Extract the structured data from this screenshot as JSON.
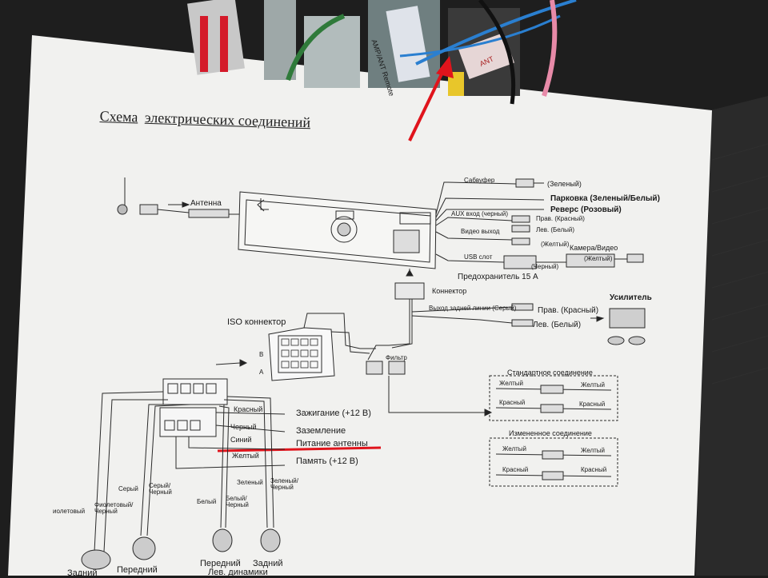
{
  "diagram": {
    "title_line1": "Схема",
    "title_line2": "электрических соединений",
    "antenna": "Антенна",
    "outputs": {
      "subwoofer": "Сабвуфер",
      "green": "(Зеленый)",
      "parking": "Парковка (Зеленый/Белый)",
      "reverse": "Реверс (Розовый)",
      "aux_in": "AUX вход (черный)",
      "right_red": "Прав. (Красный)",
      "left_white": "Лев. (Белый)",
      "video_out": "Видео выход",
      "yellow": "(Желтый)",
      "camera": "Камера/Видео",
      "camera_yellow": "(Желтый)",
      "usb": "USB слот",
      "black": "(Черный)",
      "fuse": "Предохранитель 15 А",
      "connector": "Коннектор",
      "rear_out": "Выход задней линии (Серый)",
      "rear_right": "Прав. (Красный)",
      "rear_left": "Лев. (Белый)",
      "amplifier": "Усилитель",
      "filter": "Фильтр"
    },
    "iso": {
      "label": "ISO коннектор",
      "b": "B",
      "a": "A"
    },
    "wires": {
      "red": "Красный",
      "ignition": "Зажигание (+12 В)",
      "black": "Черный",
      "ground": "Заземление",
      "blue": "Синий",
      "antenna_power": "Питание антенны",
      "yellow": "Желтый",
      "memory": "Память (+12 В)"
    },
    "speakers": {
      "purple": "иолетовый",
      "purple_black": "Фиолетовый/Черный",
      "gray": "Серый",
      "gray_black": "Серый/Черный",
      "white": "Белый",
      "white_black": "Белый/Черный",
      "green": "Зеленый",
      "green_black": "Зеленый/Черный",
      "rear": "Задний",
      "front": "Передний",
      "front_left": "Передний",
      "left_speakers": "Лев. динамики",
      "rear_left": "Задний"
    },
    "standard": {
      "title": "Стандартное соединение",
      "yellow1": "Желтый",
      "red1": "Красный",
      "yellow2": "Желтый",
      "red2": "Красный"
    },
    "modified": {
      "title": "Измененное соединение",
      "yellow1": "Желтый",
      "red1": "Красный",
      "yellow2": "Желтый",
      "red2": "Красный"
    }
  },
  "cables": {
    "remote_tag": "AMP/ANT Remote",
    "tag2": "ANT"
  },
  "colors": {
    "paper": "#f1f1ef",
    "background": "#1c1c1c",
    "annotation_red": "#e0141c",
    "wire_blue": "#2a7fd0"
  }
}
